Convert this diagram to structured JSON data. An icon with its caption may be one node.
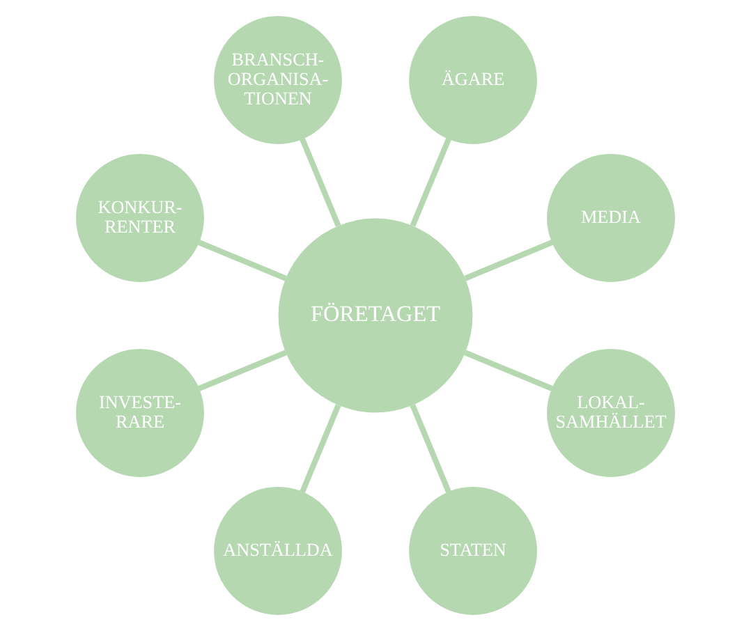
{
  "diagram": {
    "nodes": [
      {
        "text": [
          "FÖRETAGET"
        ]
      },
      {
        "text": [
          "MEDIA"
        ]
      },
      {
        "text": [
          "ÄGARE"
        ]
      },
      {
        "text": [
          "BRANSCH- ORGANISA- TIONEN"
        ]
      },
      {
        "text": [
          "KONKUR- RENTER"
        ]
      },
      {
        "text": [
          "INVESTE- RARE"
        ]
      },
      {
        "text": [
          "ANSTÄLLDA"
        ]
      },
      {
        "text": [
          "STATEN"
        ]
      },
      {
        "text": [
          "LOKAL- SAMHÄLLET"
        ]
      }
    ],
    "edges": [
      {
        "from": 0,
        "to": 1,
        "arrow": "none"
      },
      {
        "from": 0,
        "to": 2,
        "arrow": "none"
      },
      {
        "from": 0,
        "to": 3,
        "arrow": "none"
      },
      {
        "from": 0,
        "to": 4,
        "arrow": "none"
      },
      {
        "from": 0,
        "to": 5,
        "arrow": "none"
      },
      {
        "from": 0,
        "to": 6,
        "arrow": "none"
      },
      {
        "from": 0,
        "to": 7,
        "arrow": "none"
      },
      {
        "from": 0,
        "to": 8,
        "arrow": "none"
      }
    ]
  }
}
